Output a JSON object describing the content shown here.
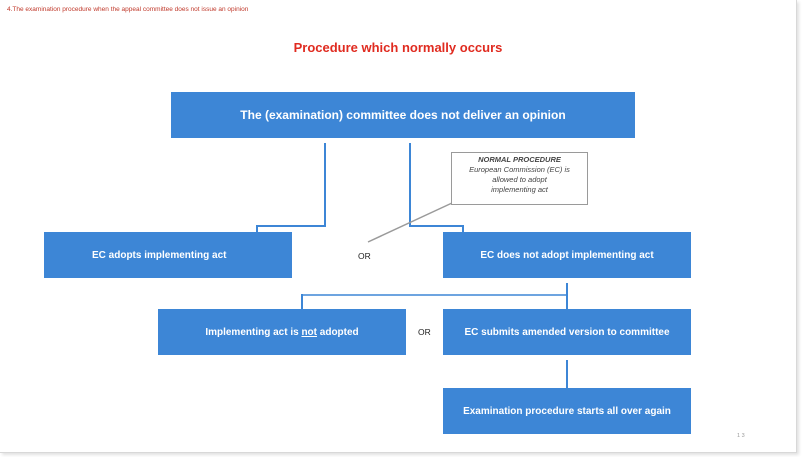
{
  "header": "4.The examination procedure when the appeal committee does not issue an opinion",
  "title": "Procedure which normally occurs",
  "boxes": {
    "top": "The (examination) committee does not deliver an opinion",
    "ec_adopts": "EC adopts implementing act",
    "ec_not_adopt": "EC does not adopt implementing act",
    "not_adopted_prefix": "Implementing act is ",
    "not_adopted_emph": "not",
    "not_adopted_suffix": " adopted",
    "amended": "EC submits amended version to committee",
    "restart": "Examination procedure starts all over again"
  },
  "or_label": "OR",
  "note": {
    "title": "NORMAL PROCEDURE",
    "line1": "European Commission (EC) is",
    "line2": "allowed to adopt",
    "line3": "implementing act"
  },
  "page_number": "1 3",
  "colors": {
    "box": "#3d86d6",
    "title": "#e02b20",
    "header": "#c0392b",
    "note_border": "#9a9a9a"
  }
}
